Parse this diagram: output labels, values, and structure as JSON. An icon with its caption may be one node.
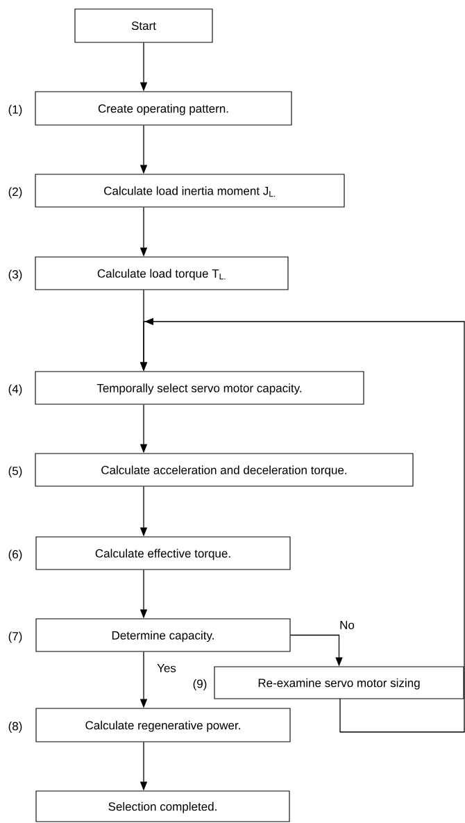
{
  "diagram": {
    "nodes": [
      {
        "text": [
          "Start"
        ]
      },
      {
        "text": [
          "Create operating pattern."
        ],
        "beside": [
          "(1)"
        ]
      },
      {
        "text": [
          "Calculate load inertia moment J$_{L.}$"
        ],
        "beside": [
          "(2)"
        ]
      },
      {
        "text": [
          "Calculate load torque T$_{L.}$"
        ],
        "beside": [
          "(3)"
        ]
      },
      {
        "text": [
          "Temporally select servo motor capacity."
        ],
        "beside": [
          "(4)"
        ]
      },
      {
        "text": [
          "Calculate acceleration and deceleration torque."
        ],
        "beside": [
          "(5)"
        ]
      },
      {
        "text": [
          "Calculate effective torque."
        ],
        "beside": [
          "(6)"
        ]
      },
      {
        "text": [
          "Determine capacity."
        ],
        "beside": [
          "(7)"
        ]
      },
      {
        "text": [
          "Calculate regenerative power."
        ],
        "beside": [
          "(8)"
        ]
      },
      {
        "text": [
          "Re-examine servo motor sizing"
        ],
        "beside": [
          "(9)"
        ]
      },
      {
        "text": [
          "Selection completed."
        ]
      }
    ],
    "edges": [
      {
        "from": 0,
        "to": 1,
        "arrow": "to"
      },
      {
        "from": 1,
        "to": 2,
        "arrow": "to"
      },
      {
        "from": 2,
        "to": 3,
        "arrow": "to"
      },
      {
        "from": 3,
        "to": 4,
        "arrow": "to"
      },
      {
        "from": 4,
        "to": 5,
        "arrow": "to"
      },
      {
        "from": 5,
        "to": 6,
        "arrow": "to"
      },
      {
        "from": 6,
        "to": 7,
        "arrow": "to"
      },
      {
        "from": 7,
        "to": 8,
        "arrow": "to",
        "label": "Yes"
      },
      {
        "from": 7,
        "to": 9,
        "arrow": "to",
        "label": "No"
      },
      {
        "from": 9,
        "to": 4,
        "arrow": "to"
      },
      {
        "from": 8,
        "to": 10,
        "arrow": "to"
      }
    ]
  }
}
